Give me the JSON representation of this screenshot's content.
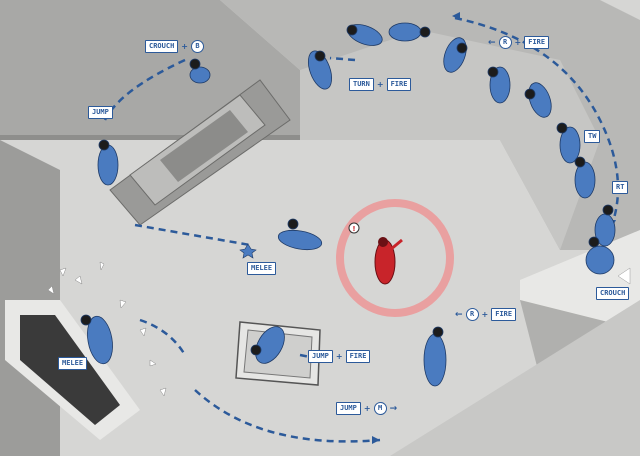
{
  "colors": {
    "floor": "#d6d6d4",
    "wall": "#9c9c9a",
    "character_blue": "#4a7bc0",
    "enemy_red": "#c8242a",
    "target_ring": "#e9a0a0",
    "path_blue": "#2c5a9a",
    "label_border": "#2c5a9a"
  },
  "labels": {
    "crouch_top": "CROUCH",
    "crouch_top_btn": "B",
    "jump_left": "JUMP",
    "turn": "TURN",
    "turn_fire": "FIRE",
    "r_top_btn": "R",
    "fire_top": "FIRE",
    "tw": "TW",
    "rt": "RT",
    "crouch_right": "CROUCH",
    "melee_center": "MELEE",
    "melee_left": "MELEE",
    "r_bottom_btn": "R",
    "fire_bottom": "FIRE",
    "jump_mid": "JUMP",
    "fire_mid": "FIRE",
    "jump_bottom": "JUMP",
    "jump_bottom_btn": "M",
    "enemy_alert": "!"
  },
  "icons": {
    "path_arrow": "arrow-icon",
    "button": "controller-button-icon"
  }
}
